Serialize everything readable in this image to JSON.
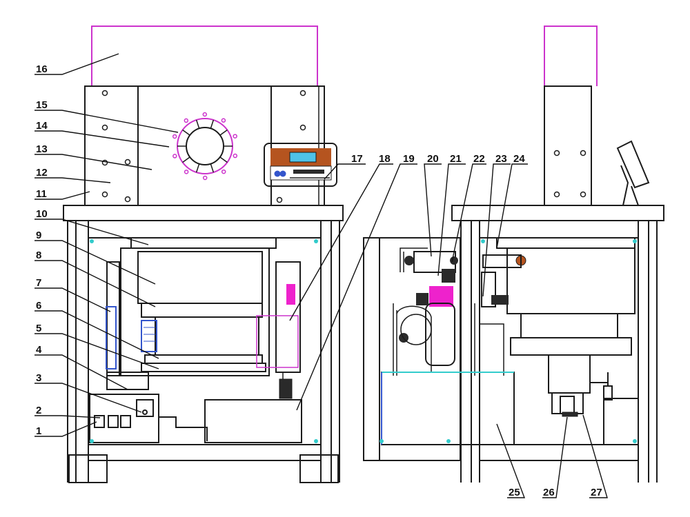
{
  "diagram": {
    "callouts": [
      {
        "id": "1",
        "label": "1"
      },
      {
        "id": "2",
        "label": "2"
      },
      {
        "id": "3",
        "label": "3"
      },
      {
        "id": "4",
        "label": "4"
      },
      {
        "id": "5",
        "label": "5"
      },
      {
        "id": "6",
        "label": "6"
      },
      {
        "id": "7",
        "label": "7"
      },
      {
        "id": "8",
        "label": "8"
      },
      {
        "id": "9",
        "label": "9"
      },
      {
        "id": "10",
        "label": "10"
      },
      {
        "id": "11",
        "label": "11"
      },
      {
        "id": "12",
        "label": "12"
      },
      {
        "id": "13",
        "label": "13"
      },
      {
        "id": "14",
        "label": "14"
      },
      {
        "id": "15",
        "label": "15"
      },
      {
        "id": "16",
        "label": "16"
      },
      {
        "id": "17",
        "label": "17"
      },
      {
        "id": "18",
        "label": "18"
      },
      {
        "id": "19",
        "label": "19"
      },
      {
        "id": "20",
        "label": "20"
      },
      {
        "id": "21",
        "label": "21"
      },
      {
        "id": "22",
        "label": "22"
      },
      {
        "id": "23",
        "label": "23"
      },
      {
        "id": "24",
        "label": "24"
      },
      {
        "id": "25",
        "label": "25"
      },
      {
        "id": "26",
        "label": "26"
      },
      {
        "id": "27",
        "label": "27"
      }
    ],
    "colors": {
      "line": "#1b1b1b",
      "guard": "#cc33cc",
      "accent_cyan": "#33cccc",
      "accent_blue": "#3355cc",
      "valve_magenta": "#ee22cc",
      "controller_red": "#b5541f",
      "controller_screen": "#4fc3e8"
    }
  }
}
